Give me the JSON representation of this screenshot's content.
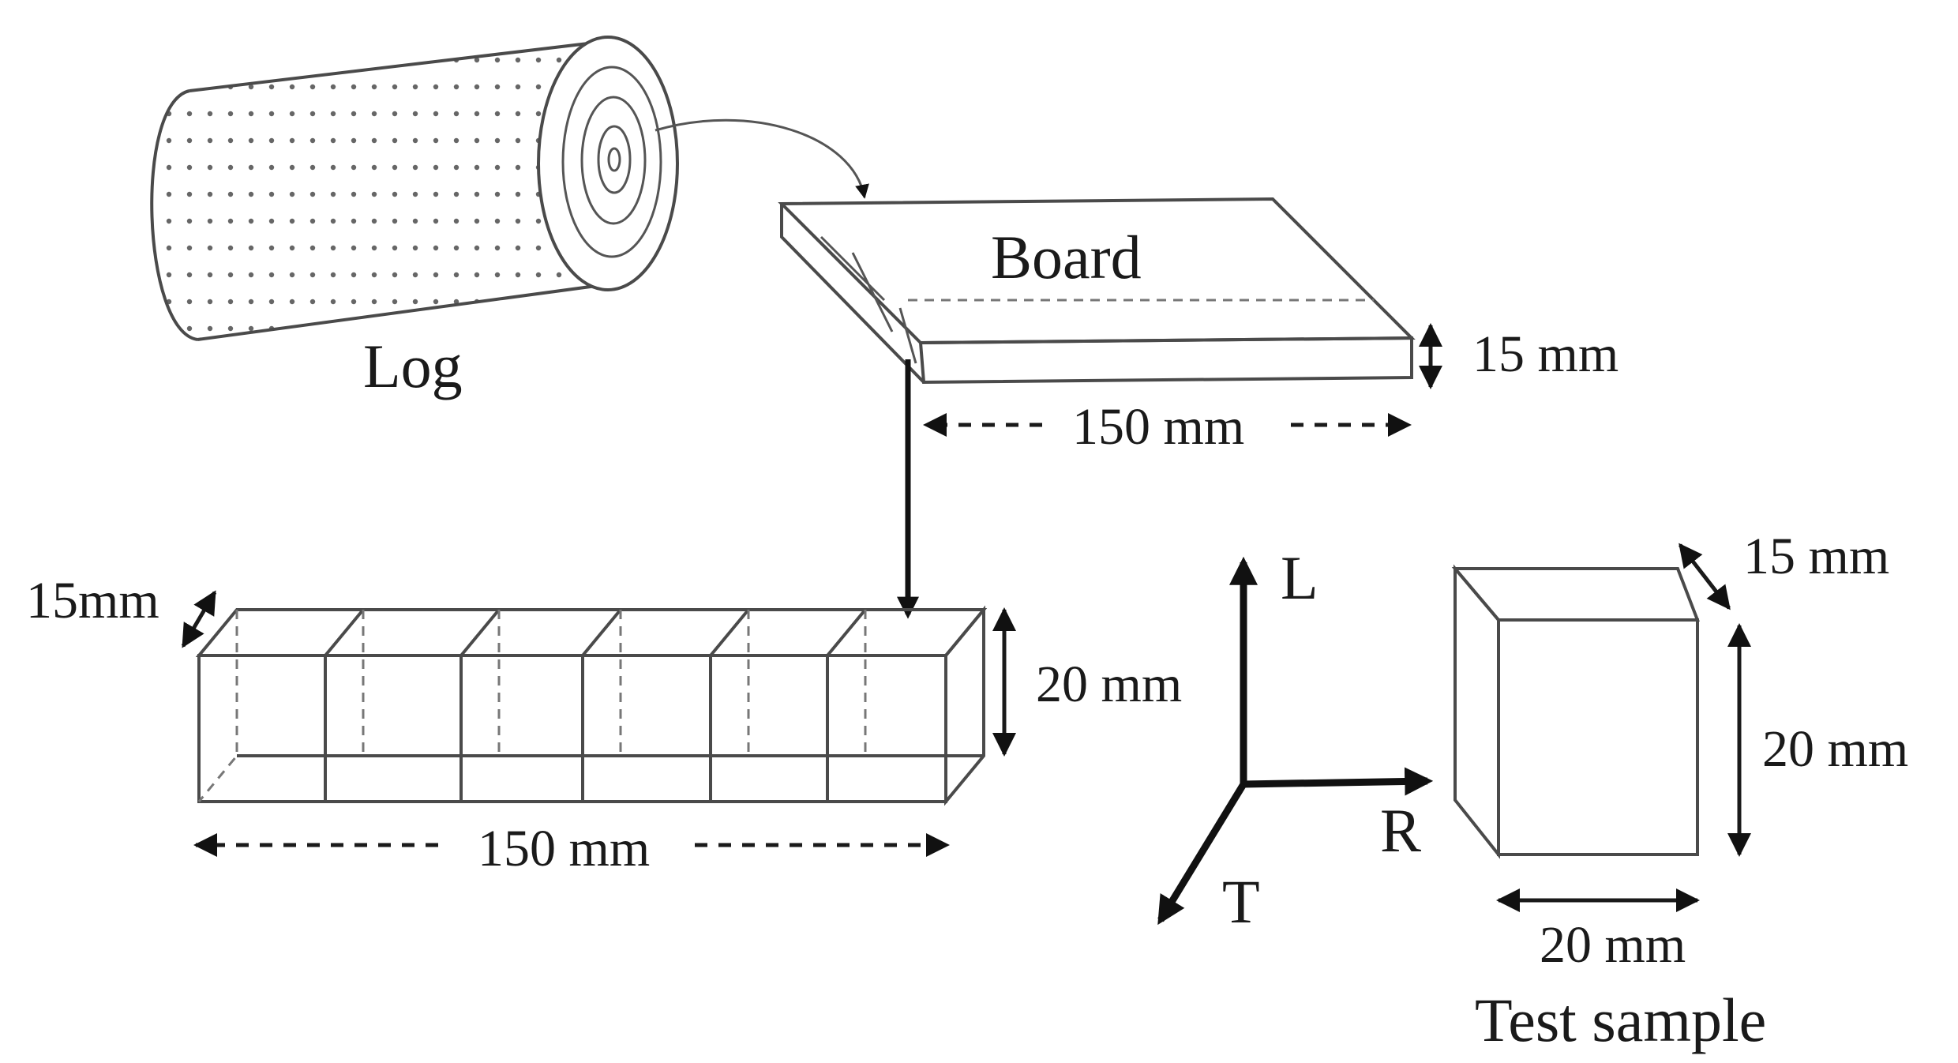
{
  "labels": {
    "log": "Log",
    "board": "Board",
    "board_thickness": "15 mm",
    "board_length": "150 mm",
    "strip_width": "15mm",
    "strip_height": "20 mm",
    "strip_length": "150 mm",
    "axis_l": "L",
    "axis_r": "R",
    "axis_t": "T",
    "sample_depth": "15 mm",
    "sample_height": "20 mm",
    "sample_width": "20 mm",
    "test_sample": "Test sample"
  },
  "colors": {
    "line": "#4a4a4a",
    "text": "#1a1a1a",
    "background": "#ffffff"
  }
}
